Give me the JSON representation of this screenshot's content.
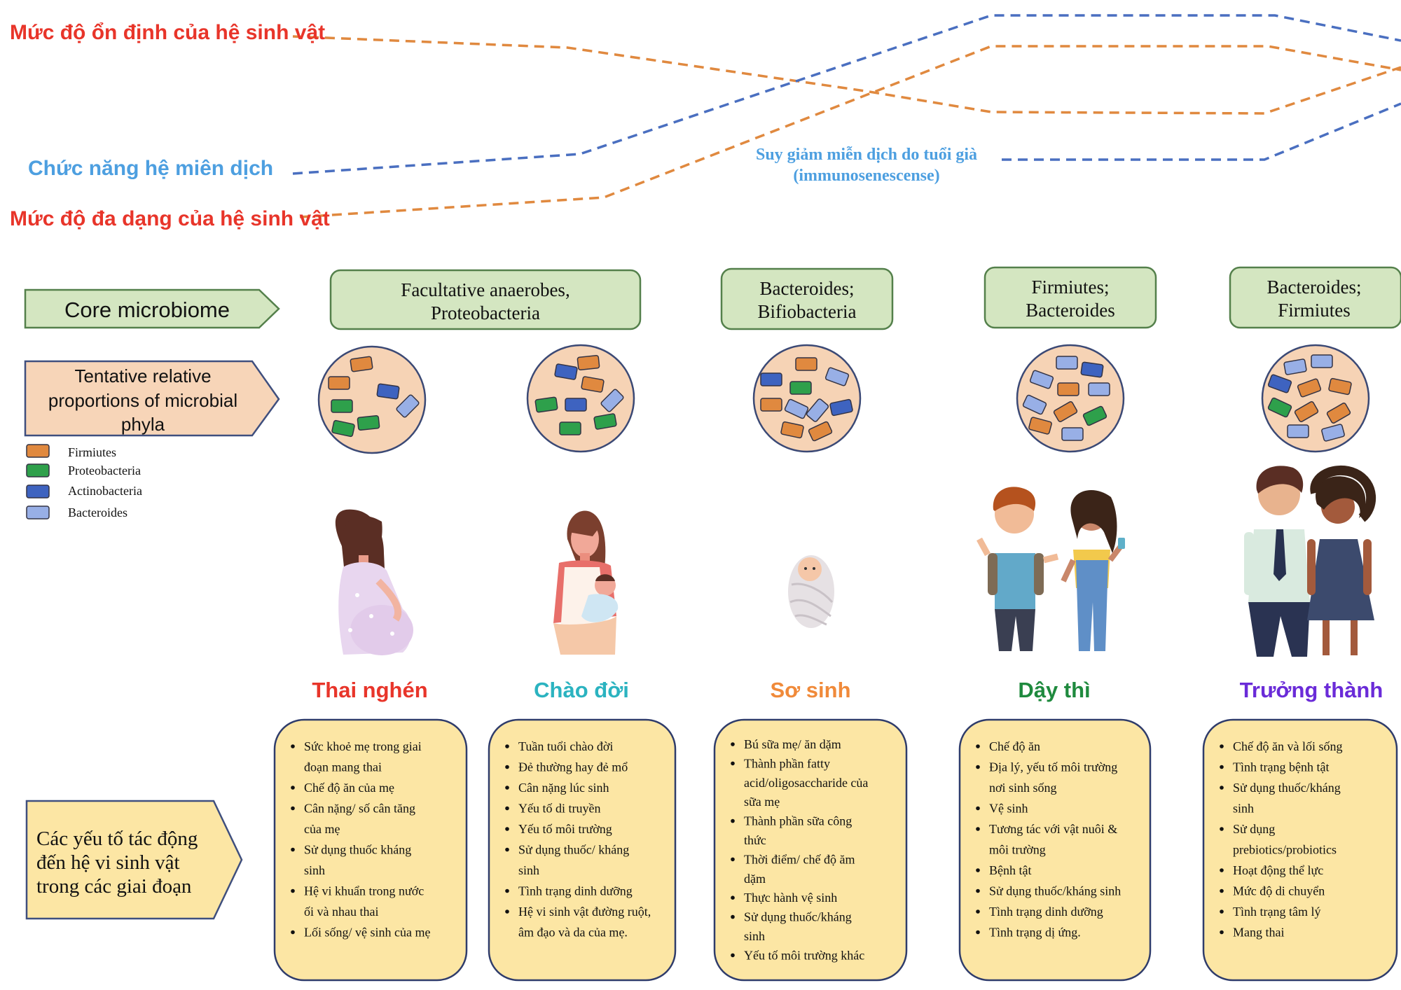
{
  "trend_labels": {
    "stability": "Mức độ ổn định của hệ sinh vật",
    "immune": "Chức năng hệ miên dịch",
    "diversity": "Mức độ đa dạng của hệ sinh vật",
    "immunosenescence_line1": "Suy giảm miễn dịch do tuổi già",
    "immunosenescence_line2": "(immunosenescense)"
  },
  "colors": {
    "trend_red": "#e8352a",
    "trend_blue": "#4d9fe0",
    "line_orange": "#e0893f",
    "line_blue": "#4a6fc0",
    "green_box": "#d4e6c1",
    "green_border": "#54804b",
    "peach_box": "#f7d5b8",
    "yellow_box": "#fce6a4",
    "circle_fill": "#f6d3b5"
  },
  "rows": {
    "core_microbiome": "Core microbiome",
    "proportions": [
      "Tentative relative",
      "proportions of microbial",
      "phyla"
    ],
    "factors": [
      "Các yếu tố tác động",
      "đến hệ vi sinh vật",
      "trong các giai đoạn"
    ]
  },
  "legend": [
    {
      "label": "Firmiutes",
      "color": "#e0893f"
    },
    {
      "label": "Proteobacteria",
      "color": "#2ea04b"
    },
    {
      "label": "Actinobacteria",
      "color": "#3e63c0"
    },
    {
      "label": "Bacteroides",
      "color": "#98afe6"
    }
  ],
  "core_boxes": [
    [
      "Facultative anaerobes,",
      "Proteobacteria"
    ],
    [
      "Bacteroides;",
      "Bifiobacteria"
    ],
    [
      "Firmiutes;",
      "Bacteroides"
    ],
    [
      "Bacteroides;",
      "Firmiutes"
    ]
  ],
  "stages": [
    {
      "name": "Thai nghén",
      "color": "#e8352a",
      "image": "pregnant-woman"
    },
    {
      "name": "Chào đời",
      "color": "#2bb3c0",
      "image": "mother-holding-baby"
    },
    {
      "name": "Sơ sinh",
      "color": "#f08a3a",
      "image": "swaddled-baby"
    },
    {
      "name": "Dậy thì",
      "color": "#1f8a3e",
      "image": "teen-boy-and-girl"
    },
    {
      "name": "Trưởng thành",
      "color": "#6a2bd8",
      "image": "adult-couple"
    }
  ],
  "factor_lists": [
    [
      "Sức khoẻ mẹ trong giai",
      "đoạn mang thai",
      "Chế độ ăn của mẹ",
      "Cân nặng/ số cân tăng",
      "của mẹ",
      "Sử dụng thuốc kháng",
      "sinh",
      "Hệ vi khuẩn trong nước",
      "ối và nhau thai",
      "Lối sống/ vệ sinh của mẹ"
    ],
    [
      "Tuần tuổi chào đời",
      "Đẻ thường hay đẻ mổ",
      "Cân nặng lúc sinh",
      "Yếu tố di truyền",
      "Yếu tố môi trường",
      "Sử dụng thuốc/ kháng",
      "sinh",
      "Tình trạng dinh dưỡng",
      "Hệ vi sinh vật đường ruột,",
      "âm đạo và da của mẹ."
    ],
    [
      "Bú sữa mẹ/ ăn dặm",
      "Thành phần fatty",
      "acid/oligosaccharide của",
      "sữa mẹ",
      "Thành phần sữa công",
      "thức",
      "Thời điểm/ chế độ ăm",
      "dặm",
      "Thực hành vệ sinh",
      "Sử dụng thuốc/kháng",
      "sinh",
      "Yếu tố môi trường khác"
    ],
    [
      "Chế độ ăn",
      "Địa lý, yếu tố môi trường",
      "nơi sinh sống",
      "Vệ sinh",
      "Tương tác với vật nuôi &",
      "môi trường",
      "Bệnh tật",
      "Sử dụng thuốc/kháng sinh",
      "Tình trạng dinh dưỡng",
      "Tình trạng dị ứng."
    ],
    [
      "Chế độ ăn và lối sống",
      "Tình trạng bệnh tật",
      "Sử dụng thuốc/kháng",
      "sinh",
      "Sử dụng",
      "prebiotics/probiotics",
      "Hoạt động thể lực",
      "Mức độ di chuyển",
      "Tình trạng tâm lý",
      "Mang thai"
    ]
  ]
}
